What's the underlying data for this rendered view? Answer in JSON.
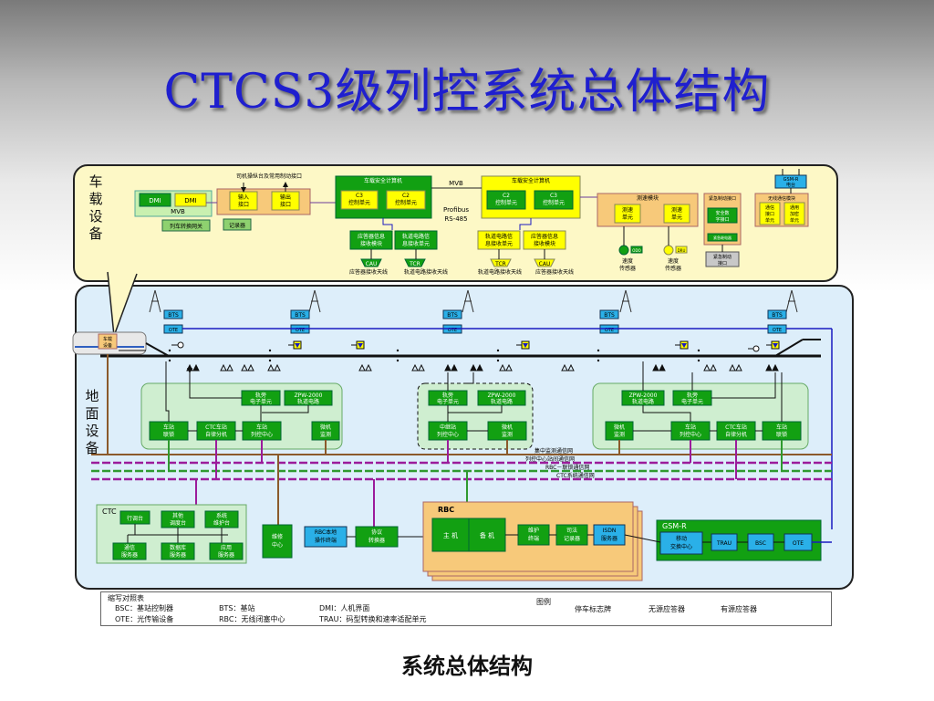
{
  "title": "CTCS3级列控系统总体结构",
  "caption": "系统总体结构",
  "onboard": {
    "label": "车载设备",
    "driver_panel_title": "司机操纵台及常用制动接口",
    "dmi1": "DMI",
    "dmi2": "DMI",
    "mvb": "MVB",
    "gateway": "列车转换网关",
    "recorder": "记录器",
    "input1": "输入",
    "input2": "接口",
    "output1": "输出",
    "output2": "接口",
    "safe_comp_left": "车载安全计算机",
    "safe_comp_right": "车载安全计算机",
    "c3_1": "C3",
    "c3_2": "控制单元",
    "c2_1": "C2",
    "c2_2": "控制单元",
    "mvb_top": "MVB",
    "profibus": "Profibus",
    "rs485": "RS-485",
    "balise_rx1": "应答器信息",
    "balise_rx2": "接收模块",
    "track_rx1": "轨道电路信",
    "track_rx2": "息接收单元",
    "cau": "CAU",
    "tcr": "TCR",
    "balise_ant": "应答器接收天线",
    "track_ant": "轨道电路接收天线",
    "speed_module": "测速模块",
    "speed_unit1": "测速",
    "speed_unit2": "单元",
    "speed_sensor": "速度",
    "speed_sensor2": "传感器",
    "emergency_title": "紧急制动接口",
    "safe_relay1": "安全数",
    "safe_relay2": "字接口",
    "emergency_relay": "紧急继电器",
    "emergency_iface1": "紧急制动",
    "emergency_iface2": "接口",
    "radio_title": "无线通信模块",
    "radio_iface1": "通信",
    "radio_iface2": "接口",
    "radio_iface3": "单元",
    "radio_enc1": "通用",
    "radio_enc2": "加密",
    "radio_enc3": "单元",
    "gsmr_station1": "GSM-R",
    "gsmr_station2": "电台",
    "odo_tag": "ODO",
    "dev_tag": "DRU"
  },
  "ground": {
    "label": "地面设备",
    "bts": "BTS",
    "ote": "OTE",
    "train_tag1": "车载",
    "train_tag2": "设备",
    "lineside1": "轨旁",
    "lineside2": "电子单元",
    "zpw1": "ZPW-2000",
    "zpw2": "轨道电路",
    "station_interlock1": "车站",
    "station_interlock2": "联锁",
    "ctc_station1": "CTC车站",
    "ctc_station2": "自律分机",
    "station_tcc1": "车站",
    "station_tcc2": "列控中心",
    "micro1": "微机",
    "micro2": "监测",
    "relay_tcc1": "中继站",
    "relay_tcc2": "列控中心",
    "net1": "集中监测通信网",
    "net2": "列控中心站间通信网",
    "net3": "RBC－联锁通信网",
    "net4": "CTC系统通信网",
    "ctc_title": "CTC",
    "dispatch": "行调台",
    "other1": "其他",
    "other2": "调度台",
    "sysmaint1": "系统",
    "sysmaint2": "维护台",
    "comm1": "通信",
    "comm2": "服务器",
    "db1": "数据库",
    "db2": "服务器",
    "app1": "应用",
    "app2": "服务器",
    "maint_center1": "维修",
    "maint_center2": "中心",
    "rbc_local1": "RBC本地",
    "rbc_local2": "操作终端",
    "proto1": "协议",
    "proto2": "转换器",
    "rbc_title": "RBC",
    "main": "主 机",
    "backup": "备 机",
    "maint_term1": "维护",
    "maint_term2": "终端",
    "jru1": "司法",
    "jru2": "记录器",
    "isdn1": "ISDN",
    "isdn2": "服务器",
    "gsmr_title": "GSM-R",
    "msc1": "移动",
    "msc2": "交换中心",
    "trau": "TRAU",
    "bsc": "BSC",
    "ote_box": "OTE"
  },
  "legend": {
    "abbr_title": "缩写对照表",
    "bsc": "BSC：基站控制器",
    "bts": "BTS：基站",
    "dmi": "DMI：人机界面",
    "ote": "OTE：光传输设备",
    "rbc": "RBC：无线闭塞中心",
    "trau": "TRAU：码型转换和速率适配单元",
    "symbol_title": "图例",
    "stop_sign": "停车标志牌",
    "passive": "无源应答器",
    "active": "有源应答器"
  },
  "colors": {
    "title_blue": "#1f1fcf",
    "yellow_panel": "#fdf8c6",
    "ground_panel": "#ddeefa",
    "green_box": "#8ed16f",
    "dark_green": "#12a012",
    "yellow_box": "#ffff00",
    "orange_box": "#f7c97a",
    "cyan_box": "#2ab0e8",
    "net_purple": "#9b1c9b",
    "net_green": "#2f9a2f",
    "net_brown": "#8b5a2b",
    "net_blue": "#1a1ac0"
  }
}
